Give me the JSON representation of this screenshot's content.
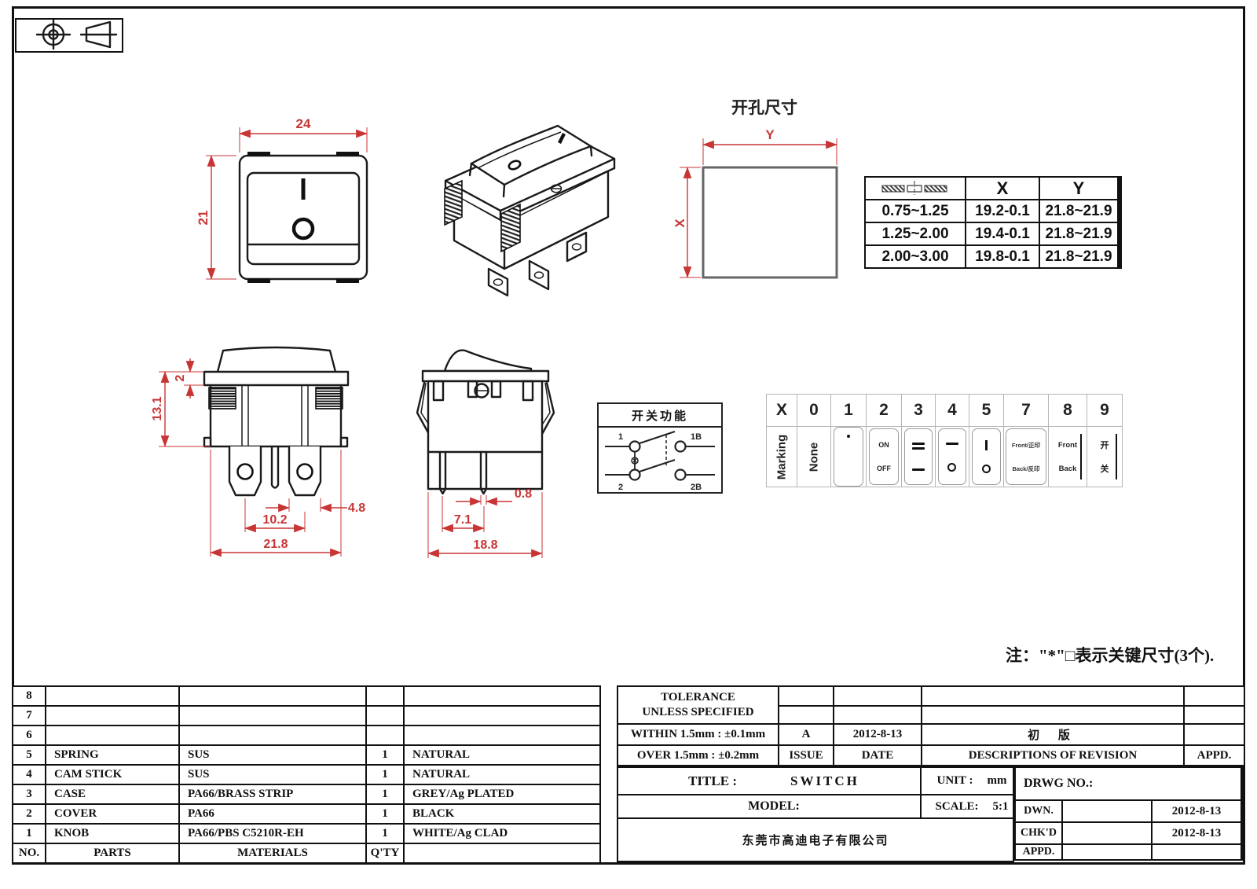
{
  "colors": {
    "dimension_red": "#c83535",
    "line_black": "#1a1a1a",
    "cutout_gray": "#666666"
  },
  "views": {
    "front": {
      "dim_width": "24",
      "dim_height": "21",
      "mark_on": "I",
      "mark_off": "O"
    },
    "cutout": {
      "title": "开孔尺寸",
      "x_label": "X",
      "y_label": "Y"
    },
    "bottom": {
      "dim_top": "2",
      "dim_height": "13.1",
      "dim_terminal": "4.8",
      "dim_pitch": "10.2",
      "dim_width": "21.8"
    },
    "side": {
      "dim_pin": "0.8",
      "dim_pitch": "7.1",
      "dim_depth": "18.8"
    }
  },
  "cutout_table": {
    "col_x": "X",
    "col_y": "Y",
    "rows": [
      {
        "t": "0.75~1.25",
        "x": "19.2-0.1",
        "y": "21.8~21.9"
      },
      {
        "t": "1.25~2.00",
        "x": "19.4-0.1",
        "y": "21.8~21.9"
      },
      {
        "t": "2.00~3.00",
        "x": "19.8-0.1",
        "y": "21.8~21.9"
      }
    ]
  },
  "function_box": {
    "title": "开关功能",
    "t1": "1",
    "t1b": "1B",
    "t2": "2",
    "t2b": "2B"
  },
  "marking": {
    "headers": [
      "X",
      "0",
      "1",
      "2",
      "3",
      "4",
      "5",
      "7",
      "8",
      "9"
    ],
    "row_label": "Marking",
    "none_label": "None",
    "c1": {
      "top": "dot"
    },
    "c2": {
      "top": "ON",
      "bottom": "OFF"
    },
    "c3": {
      "top": "double-bar",
      "bottom": "bar"
    },
    "c4": {
      "top": "bar",
      "bottom": "circle"
    },
    "c5": {
      "top": "vertical-bar",
      "bottom": "circle"
    },
    "c7": {
      "top": "Front/正印",
      "bottom": "Back/反印"
    },
    "c8": {
      "top": "Front",
      "bottom": "Back"
    },
    "c9": {
      "top": "开",
      "bottom": "关"
    }
  },
  "note": "注：\"*\"□表示关键尺寸(3个).",
  "parts_table": {
    "header": {
      "no": "NO.",
      "parts": "PARTS",
      "materials": "MATERIALS",
      "qty": "Q'TY",
      "finish": ""
    },
    "rows": [
      {
        "no": "8",
        "part": "",
        "material": "",
        "qty": "",
        "finish": ""
      },
      {
        "no": "7",
        "part": "",
        "material": "",
        "qty": "",
        "finish": ""
      },
      {
        "no": "6",
        "part": "",
        "material": "",
        "qty": "",
        "finish": ""
      },
      {
        "no": "5",
        "part": "SPRING",
        "material": "SUS",
        "qty": "1",
        "finish": "NATURAL"
      },
      {
        "no": "4",
        "part": "CAM STICK",
        "material": "SUS",
        "qty": "1",
        "finish": "NATURAL"
      },
      {
        "no": "3",
        "part": "CASE",
        "material": "PA66/BRASS STRIP",
        "qty": "1",
        "finish": "GREY/Ag PLATED"
      },
      {
        "no": "2",
        "part": "COVER",
        "material": "PA66",
        "qty": "1",
        "finish": "BLACK"
      },
      {
        "no": "1",
        "part": "KNOB",
        "material": "PA66/PBS C5210R-EH",
        "qty": "1",
        "finish": "WHITE/Ag CLAD"
      }
    ]
  },
  "title_block": {
    "tolerance_line1": "TOLERANCE",
    "tolerance_line2": "UNLESS  SPECIFIED",
    "within": "WITHIN 1.5mm : ±0.1mm",
    "over": "OVER 1.5mm : ±0.2mm",
    "issue_value": "A",
    "issue_label": "ISSUE",
    "date_value": "2012-8-13",
    "date_label": "DATE",
    "revision_desc": "初 版",
    "revision_label": "DESCRIPTIONS OF REVISION",
    "appd_label": "APPD.",
    "title_label": "TITLE :",
    "title_value": "SWITCH",
    "unit_label": "UNIT :",
    "unit_value": "mm",
    "drwg_label": "DRWG NO.:",
    "model_label": "MODEL:",
    "scale_label": "SCALE:",
    "scale_value": "5:1",
    "dwn_label": "DWN.",
    "dwn_date": "2012-8-13",
    "chkd_label": "CHK'D",
    "chkd_date": "2012-8-13",
    "appd2_label": "APPD.",
    "company": "东莞市高迪电子有限公司"
  }
}
